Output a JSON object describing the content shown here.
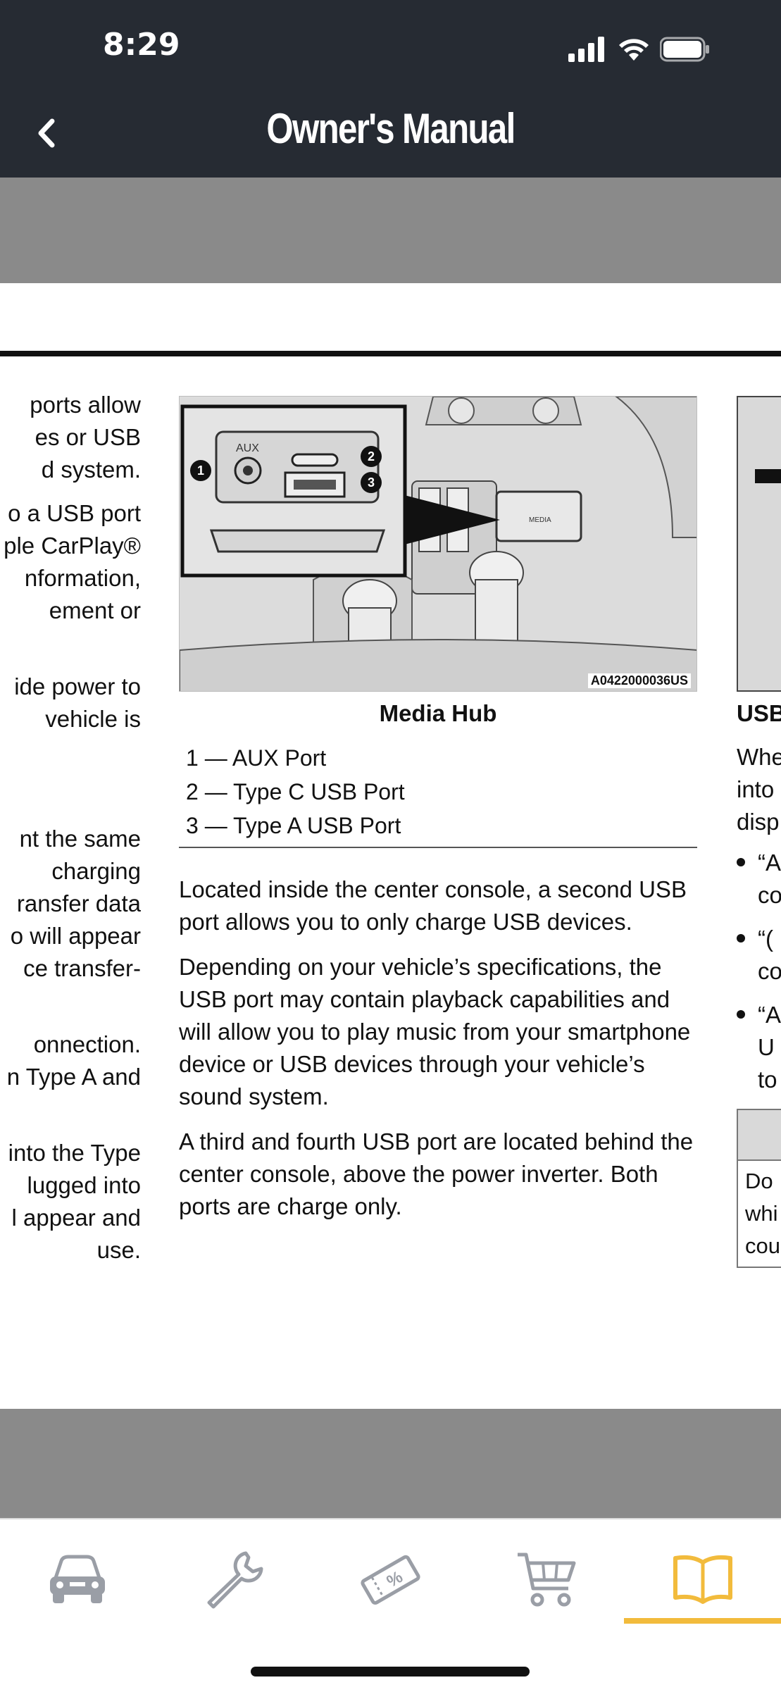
{
  "status_bar": {
    "time": "8:29"
  },
  "nav": {
    "title": "Owner's Manual"
  },
  "left_column": {
    "paragraphs": [
      [
        "ports allow",
        "es or USB",
        "d system."
      ],
      [
        "o a USB port",
        "ple CarPlay®",
        "nformation,",
        "ement or"
      ],
      [
        "ide power to",
        " vehicle is"
      ],
      [
        "nt the same",
        "charging",
        "ransfer data",
        "o will appear",
        "ce transfer-"
      ],
      [
        "onnection.",
        "n Type A and"
      ],
      [
        "into the Type",
        "lugged into",
        "l appear and",
        " use."
      ]
    ]
  },
  "figure": {
    "code": "A0422000036US",
    "aux_label": "AUX",
    "media_label": "MEDIA",
    "callouts": [
      "1",
      "2",
      "3"
    ],
    "caption": "Media Hub"
  },
  "legend": {
    "items": [
      "1 — AUX Port",
      "2 — Type C USB Port",
      "3 — Type A USB Port"
    ]
  },
  "body": {
    "paragraphs": [
      "Located inside the center console, a second USB port allows you to only charge USB devices.",
      "Depending on your vehicle’s specifications, the USB port may contain playback capabilities and will allow you to play music from your smartphone device or USB devices through your vehicle’s sound system.",
      "A third and fourth USB port are located behind the center console, above the power inverter. Both ports are charge only."
    ]
  },
  "right_column": {
    "caption": "USB",
    "text_lines": [
      "Whe",
      "into",
      "disp"
    ],
    "bullets": [
      [
        "“A",
        "co"
      ],
      [
        "“(",
        "co"
      ],
      [
        "“A",
        "U",
        "to"
      ]
    ],
    "table_lines": [
      "Do",
      "whi",
      "cou"
    ]
  },
  "tabs": [
    {
      "icon": "car-icon",
      "active": false
    },
    {
      "icon": "wrench-icon",
      "active": false
    },
    {
      "icon": "coupon-icon",
      "active": false
    },
    {
      "icon": "cart-icon",
      "active": false
    },
    {
      "icon": "book-icon",
      "active": true
    }
  ],
  "colors": {
    "header": "#262b33",
    "accent": "#f2bb3c",
    "icon_gray": "#9a9ea6"
  }
}
